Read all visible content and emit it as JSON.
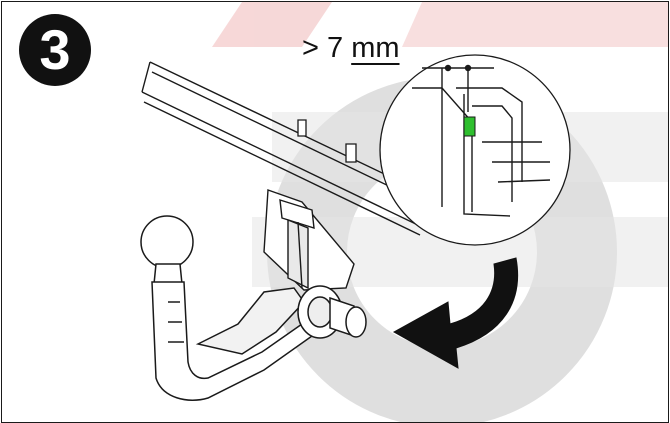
{
  "step": {
    "number": "3"
  },
  "measurement": {
    "prefix": "> 7",
    "unit": "mm"
  },
  "icons": {
    "rotation_arrow": "curved-arrow-icon",
    "indicator": "green-indicator-icon"
  },
  "colors": {
    "line": "#1a1a1a",
    "watermark_gray": "#cfcfcf",
    "watermark_red": "#f3c9c9",
    "indicator": "#2fbf2f",
    "arrow": "#111111"
  }
}
